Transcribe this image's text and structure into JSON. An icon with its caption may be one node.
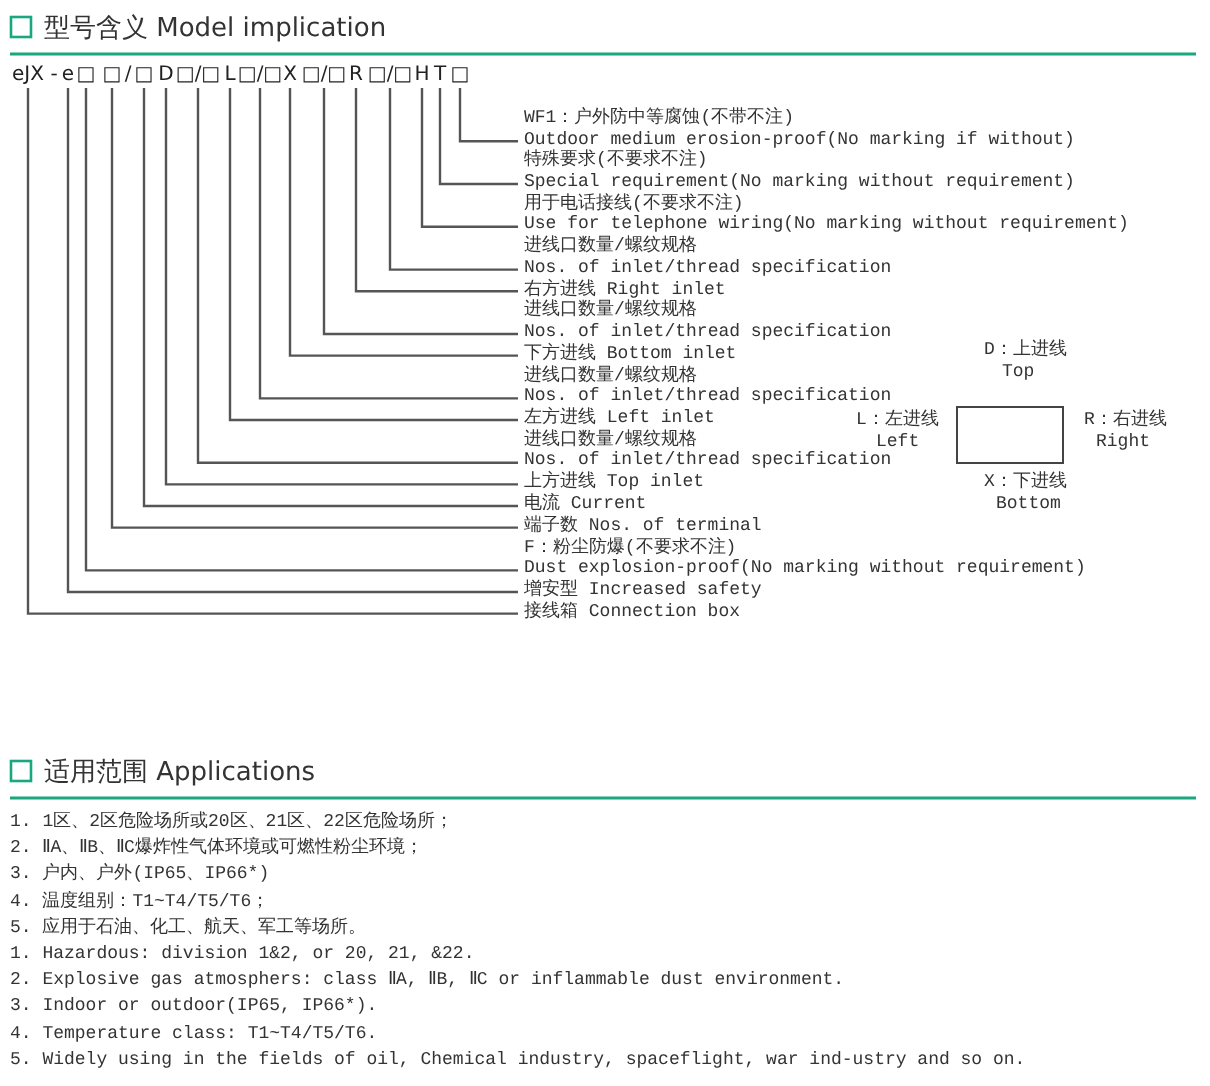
{
  "diagram": {
    "nodes": [
      {
        "text": [
          "eJX"
        ]
      },
      {
        "text": [
          "e"
        ]
      },
      {
        "text": [
          "□"
        ]
      },
      {
        "text": [
          "□"
        ]
      },
      {
        "text": [
          "□"
        ]
      },
      {
        "text": [
          "D"
        ]
      },
      {
        "text": [
          "□/□"
        ]
      },
      {
        "text": [
          "L"
        ]
      },
      {
        "text": [
          "□/□"
        ]
      },
      {
        "text": [
          "X"
        ]
      },
      {
        "text": [
          "□/□"
        ]
      },
      {
        "text": [
          "R"
        ]
      },
      {
        "text": [
          "□/□"
        ]
      },
      {
        "text": [
          "H"
        ]
      },
      {
        "text": [
          "T"
        ]
      },
      {
        "text": [
          "□"
        ]
      },
      {
        "text": [
          "WF1：户外防中等腐蚀(不带不注)",
          "Outdoor medium erosion-proof(No marking if without)"
        ]
      },
      {
        "text": [
          "特殊要求(不要求不注)",
          "Special requirement(No marking without requirement)"
        ]
      },
      {
        "text": [
          "用于电话接线(不要求不注)",
          "Use for telephone wiring(No marking without requirement)"
        ]
      },
      {
        "text": [
          "进线口数量/螺纹规格",
          "Nos. of inlet/thread specification"
        ]
      },
      {
        "text": [
          "右方进线  Right inlet"
        ]
      },
      {
        "text": [
          "进线口数量/螺纹规格",
          "Nos. of inlet/thread specification"
        ]
      },
      {
        "text": [
          "下方进线  Bottom inlet"
        ]
      },
      {
        "text": [
          "进线口数量/螺纹规格",
          "Nos. of inlet/thread specification"
        ]
      },
      {
        "text": [
          "左方进线  Left inlet"
        ]
      },
      {
        "text": [
          "进线口数量/螺纹规格",
          "Nos. of inlet/thread specification"
        ]
      },
      {
        "text": [
          "上方进线  Top inlet"
        ]
      },
      {
        "text": [
          "电流  Current"
        ]
      },
      {
        "text": [
          "端子数  Nos. of terminal"
        ]
      },
      {
        "text": [
          "F：粉尘防爆(不要求不注)",
          "Dust explosion-proof(No marking without requirement)"
        ]
      },
      {
        "text": [
          "增安型 Increased safety"
        ]
      },
      {
        "text": [
          "接线箱 Connection box"
        ]
      },
      {
        "text": [],
        "shape": "box"
      }
    ],
    "edges": [
      {
        "from": 0,
        "to": 31,
        "arrow": "none"
      },
      {
        "from": 1,
        "to": 30,
        "arrow": "none"
      },
      {
        "from": 2,
        "to": 29,
        "arrow": "none"
      },
      {
        "from": 3,
        "to": 28,
        "arrow": "none"
      },
      {
        "from": 4,
        "to": 27,
        "arrow": "none"
      },
      {
        "from": 5,
        "to": 26,
        "arrow": "none"
      },
      {
        "from": 6,
        "to": 25,
        "arrow": "none"
      },
      {
        "from": 7,
        "to": 24,
        "arrow": "none"
      },
      {
        "from": 8,
        "to": 23,
        "arrow": "none"
      },
      {
        "from": 9,
        "to": 22,
        "arrow": "none"
      },
      {
        "from": 10,
        "to": 21,
        "arrow": "none"
      },
      {
        "from": 11,
        "to": 20,
        "arrow": "none"
      },
      {
        "from": 12,
        "to": 19,
        "arrow": "none"
      },
      {
        "from": 13,
        "to": 18,
        "arrow": "none"
      },
      {
        "from": 14,
        "to": 17,
        "arrow": "none"
      },
      {
        "from": 15,
        "to": 16,
        "arrow": "none"
      }
    ],
    "labels": [
      "型号含义 Model implication",
      "-",
      "/",
      "D：上进线",
      "Top",
      "L：左进线",
      "Left",
      "R：右进线",
      "Right",
      "X：下进线",
      "Bottom",
      "适用范围 Applications",
      "1. 1区、2区危险场所或20区、21区、22区危险场所；",
      "2. ⅡA、ⅡB、ⅡC爆炸性气体环境或可燃性粉尘环境；",
      "3. 户内、户外(IP65、IP66*)",
      "4. 温度组别：T1~T4/T5/T6；",
      "5. 应用于石油、化工、航天、军工等场所。",
      "1. Hazardous: division 1&2, or 20, 21, &22.",
      "2. Explosive gas atmosphers: class ⅡA, ⅡB, ⅡC or inflammable dust environment.",
      "3. Indoor or outdoor(IP65, IP66*).",
      "4. Temperature class: T1~T4/T5/T6.",
      "5. Widely using in the fields of oil, Chemical industry, spaceflight, war ind-ustry and so on."
    ]
  }
}
